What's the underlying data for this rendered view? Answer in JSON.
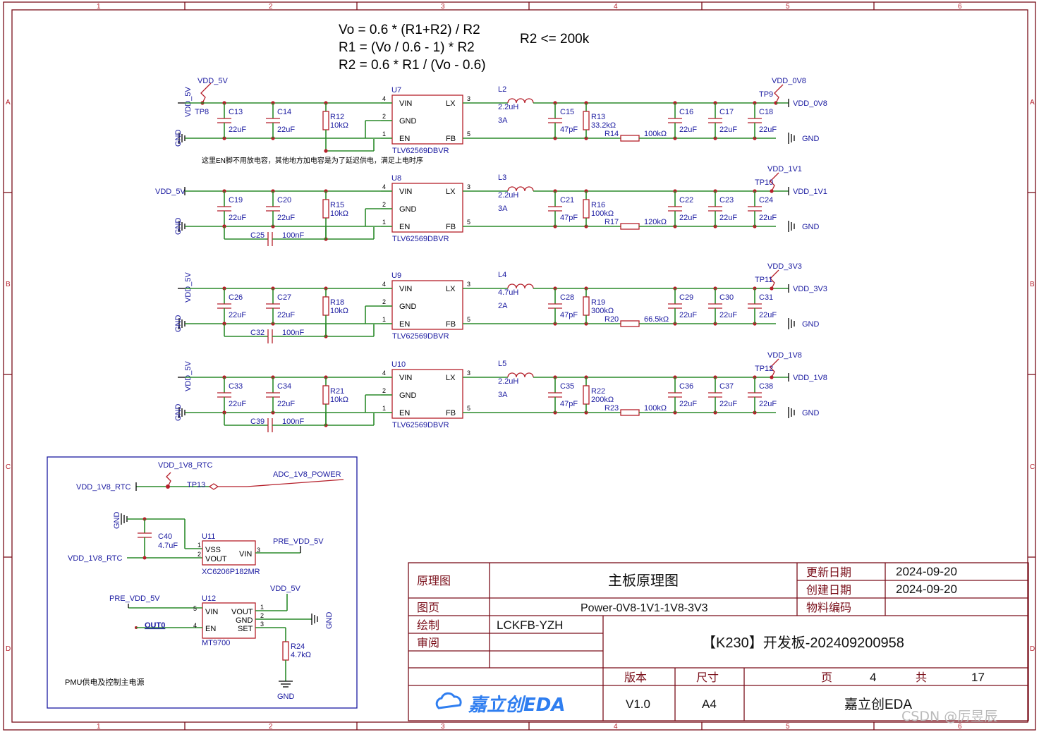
{
  "frame": {
    "columns": [
      "1",
      "2",
      "3",
      "4",
      "5",
      "6"
    ],
    "rows": [
      "A",
      "B",
      "C",
      "D"
    ]
  },
  "equations": {
    "eq1": "Vo = 0.6 * (R1+R2) / R2",
    "eq2": "R1 = (Vo / 0.6 - 1) * R2",
    "eq3": "R2 = 0.6 * R1 / (Vo - 0.6)",
    "note": "R2 <= 200k"
  },
  "en_note": "这里EN脚不用放电容，其他地方加电容是为了延迟供电，满足上电时序",
  "common": {
    "vdd5": "VDD_5V",
    "gnd": "GND",
    "pin_vin": "VIN",
    "pin_gnd": "GND",
    "pin_en": "EN",
    "pin_lx": "LX",
    "pin_fb": "FB",
    "p1": "1",
    "p2": "2",
    "p3": "3",
    "p4": "4",
    "p5": "5",
    "part": "TLV62569DBVR",
    "c22u": "22uF",
    "c47p": "47pF",
    "c100n": "100nF",
    "r10k": "10kΩ",
    "r100k": "100kΩ"
  },
  "rows": [
    {
      "u": "U7",
      "tp_in": "TP8",
      "vdd_in": "VDD_5V",
      "cin1": "C13",
      "cin2": "C14",
      "ren": "R12",
      "cen": "",
      "l": "L2",
      "lv": "2.2uH",
      "la": "3A",
      "cf": "C15",
      "rtop": "R13",
      "rtopv": "33.2kΩ",
      "rbot": "R14",
      "rbotv": "100kΩ",
      "co1": "C16",
      "co2": "C17",
      "co3": "C18",
      "tp": "TP9",
      "net": "VDD_0V8"
    },
    {
      "u": "U8",
      "tp_in": "",
      "vdd_in": "VDD_5V",
      "cin1": "C19",
      "cin2": "C20",
      "ren": "R15",
      "cen": "C25",
      "l": "L3",
      "lv": "2.2uH",
      "la": "3A",
      "cf": "C21",
      "rtop": "R16",
      "rtopv": "100kΩ",
      "rbot": "R17",
      "rbotv": "120kΩ",
      "co1": "C22",
      "co2": "C23",
      "co3": "C24",
      "tp": "TP10",
      "net": "VDD_1V1"
    },
    {
      "u": "U9",
      "tp_in": "",
      "vdd_in": "VDD_5V",
      "cin1": "C26",
      "cin2": "C27",
      "ren": "R18",
      "cen": "C32",
      "l": "L4",
      "lv": "4.7uH",
      "la": "2A",
      "cf": "C28",
      "rtop": "R19",
      "rtopv": "300kΩ",
      "rbot": "R20",
      "rbotv": "66.5kΩ",
      "co1": "C29",
      "co2": "C30",
      "co3": "C31",
      "tp": "TP11",
      "net": "VDD_3V3"
    },
    {
      "u": "U10",
      "tp_in": "",
      "vdd_in": "VDD_5V",
      "cin1": "C33",
      "cin2": "C34",
      "ren": "R21",
      "cen": "C39",
      "l": "L5",
      "lv": "2.2uH",
      "la": "3A",
      "cf": "C35",
      "rtop": "R22",
      "rtopv": "200kΩ",
      "rbot": "R23",
      "rbotv": "100kΩ",
      "co1": "C36",
      "co2": "C37",
      "co3": "C38",
      "tp": "TP12",
      "net": "VDD_1V8"
    }
  ],
  "pmu": {
    "rtc_net": "VDD_1V8_RTC",
    "tp13": "TP13",
    "adc": "ADC_1V8_POWER",
    "c40": "C40",
    "c40v": "4.7uF",
    "u11": "U11",
    "vss": "VSS",
    "vout": "VOUT",
    "vin": "VIN",
    "u11part": "XC6206P182MR",
    "pre5v": "PRE_VDD_5V",
    "u12": "U12",
    "u12vin": "VIN",
    "u12en": "EN",
    "u12vout": "VOUT",
    "u12gnd": "GND",
    "u12set": "SET",
    "u12part": "MT9700",
    "out0": "OUT0",
    "r24": "R24",
    "r24v": "4.7kΩ",
    "title": "PMU供电及控制主电源"
  },
  "titleblock": {
    "l_schematic": "原理图",
    "schematic": "主板原理图",
    "l_update": "更新日期",
    "update": "2024-09-20",
    "l_create": "创建日期",
    "create": "2024-09-20",
    "l_page": "图页",
    "page": "Power-0V8-1V1-1V8-3V3",
    "l_part": "物料编码",
    "l_drawn": "绘制",
    "drawn": "LCKFB-YZH",
    "l_review": "审阅",
    "project": "【K230】开发板-202409200958",
    "l_version": "版本",
    "l_size": "尺寸",
    "l_pg": "页",
    "pg": "4",
    "l_total": "共",
    "total": "17",
    "logo": "嘉立创EDA",
    "version": "V1.0",
    "size": "A4",
    "company": "嘉立创EDA",
    "watermark": "CSDN @厉昱辰"
  }
}
